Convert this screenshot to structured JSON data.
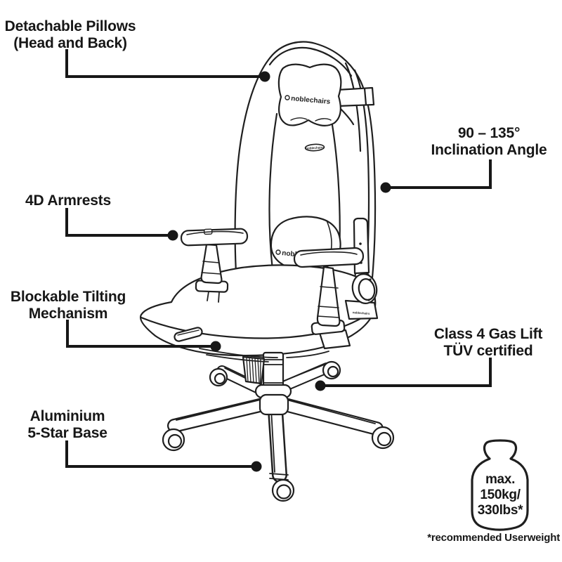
{
  "page": {
    "background": "#ffffff",
    "ink": "#171717",
    "line_color": "#171717"
  },
  "callouts": {
    "pillows": {
      "line1": "Detachable Pillows",
      "line2": "(Head and Back)"
    },
    "armrests": {
      "line1": "4D Armrests"
    },
    "tilting": {
      "line1": "Blockable Tilting",
      "line2": "Mechanism"
    },
    "base": {
      "line1": "Aluminium",
      "line2": "5-Star Base"
    },
    "inclination": {
      "line1": "90 – 135°",
      "line2": "Inclination Angle"
    },
    "gaslift": {
      "line1": "Class 4 Gas Lift",
      "line2": "TÜV certified"
    }
  },
  "weight_badge": {
    "line1": "max.",
    "line2": "150kg/",
    "line3": "330lbs*",
    "icon": "weight-kettlebell-icon"
  },
  "footnote": "*recommended Userweight",
  "chair": {
    "headrest_brand": "noblechairs",
    "backrest_badge": "noblechairs",
    "lumbar_brand": "noblechairs",
    "bracket_brand": "noblechairs"
  }
}
